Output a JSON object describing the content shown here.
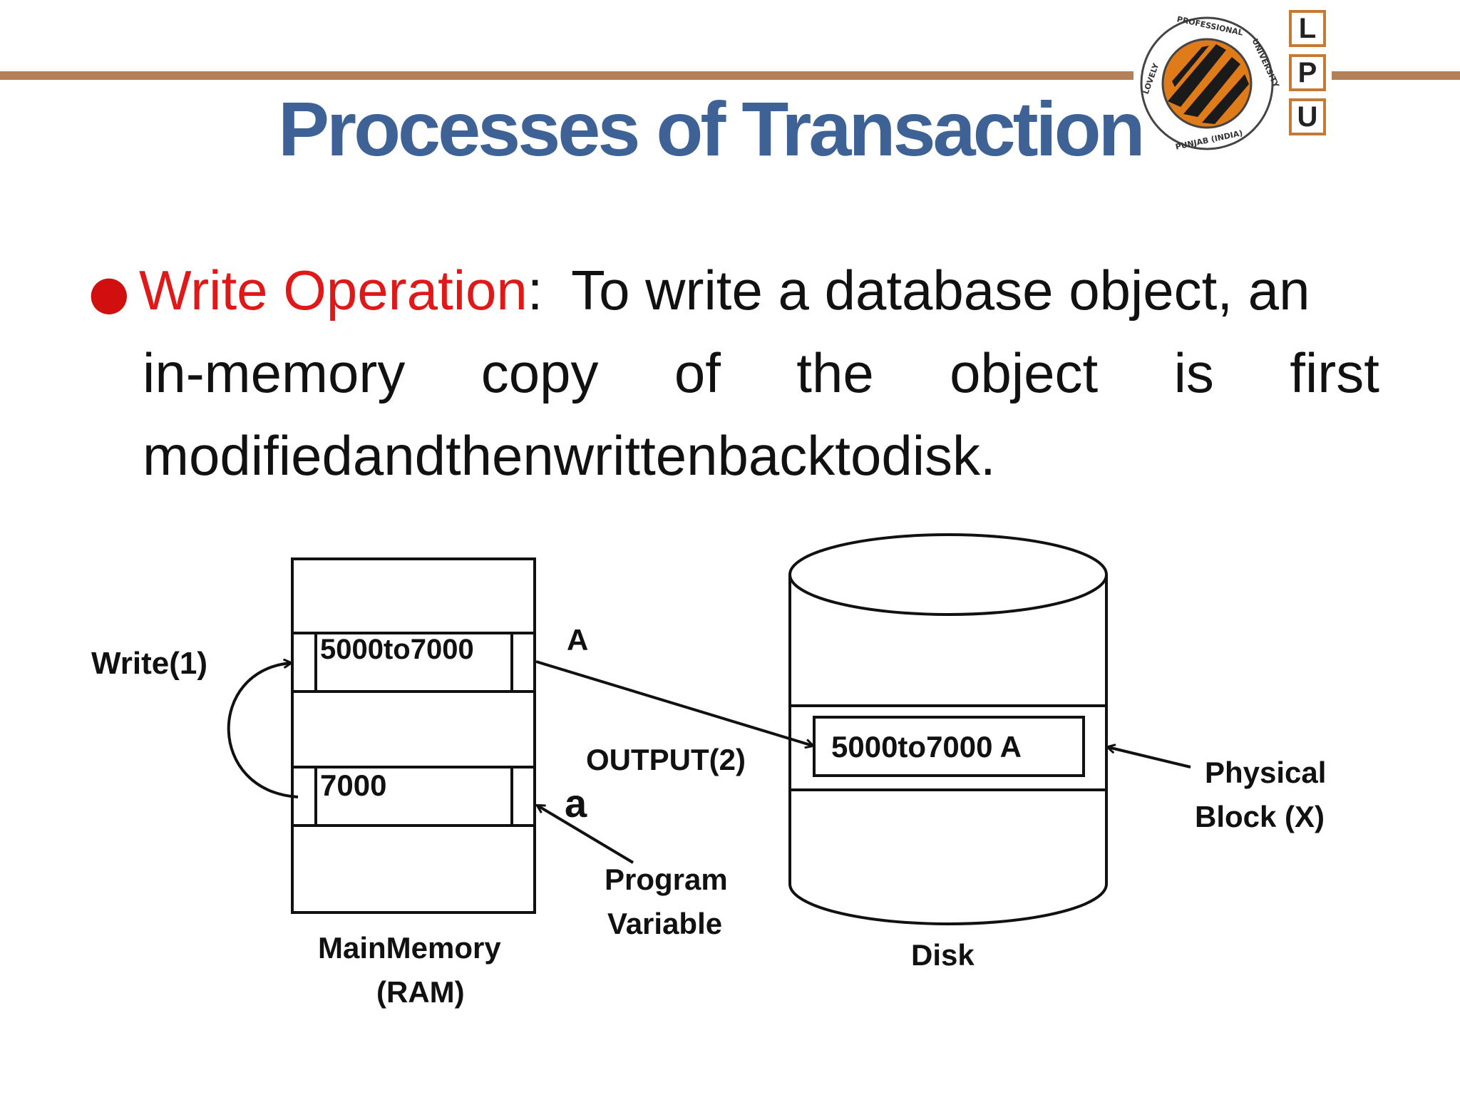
{
  "slide": {
    "title": "Processes of Transaction",
    "bullet": {
      "term": "Write Operation",
      "colon": ":",
      "line1_rest": "To write a database object, an",
      "line2_words": [
        "in-memory",
        "copy",
        "of",
        "the",
        "object",
        "is",
        "first"
      ],
      "line3": "modifiedandthenwrittenbacktodisk."
    }
  },
  "logo": {
    "ring_top_text": "PROFESSIONAL",
    "ring_left_text": "LOVELY",
    "ring_right_text": "UNIVERSITY",
    "ring_bottom_text": "PUNJAB (INDIA)",
    "letters": [
      "L",
      "P",
      "U"
    ],
    "accent_color": "#e07b1a"
  },
  "diagram": {
    "write_label": "Write(1)",
    "memory_cell_a": "5000to7000",
    "memory_cell_var": "7000",
    "label_A": "A",
    "output_label": "OUTPUT(2)",
    "label_a": "a",
    "program_variable": [
      "Program",
      "Variable"
    ],
    "main_memory": [
      "MainMemory",
      "(RAM)"
    ],
    "disk_block": "5000to7000 A",
    "physical_block": [
      "Physical",
      "Block (X)"
    ],
    "disk_label": "Disk"
  },
  "colors": {
    "title": "#3e6196",
    "term": "#e01818",
    "rule": "#b3805a"
  }
}
